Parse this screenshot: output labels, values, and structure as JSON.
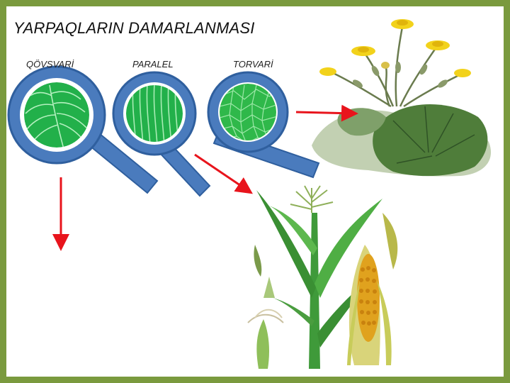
{
  "slide": {
    "title": "YARPAQLARIN DAMARLANMASI",
    "labels": {
      "arched": "QÖVSVARİ",
      "parallel": "PARALEL",
      "net": "TORVARİ"
    }
  },
  "colors": {
    "border": "#7a9a3e",
    "magnifier": "#4a7bbd",
    "magnifier_dark": "#2f5f9e",
    "leaf": "#22b04a",
    "arrow": "#e8141c"
  },
  "icons": [
    "magnifier-icon",
    "arrow-icon",
    "leaf-icon",
    "flower-icon",
    "corn-icon"
  ]
}
